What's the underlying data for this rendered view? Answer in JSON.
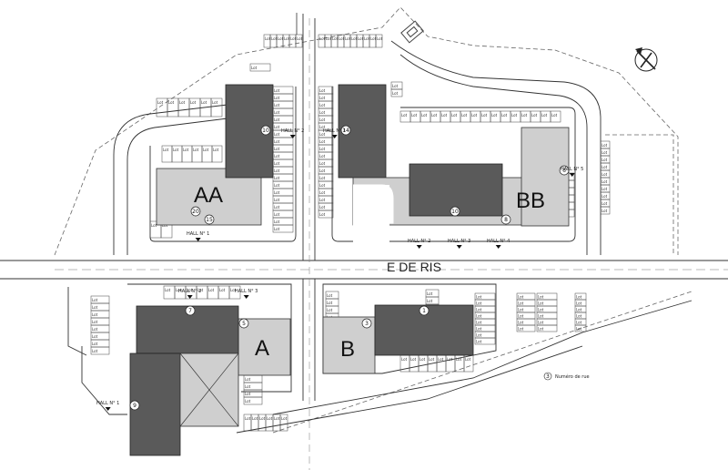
{
  "map": {
    "street_label": "E DE RIS",
    "legend": {
      "label": "Numéro de rue"
    },
    "buildings": [
      {
        "id": "AA",
        "label": "AA"
      },
      {
        "id": "BB",
        "label": "BB"
      },
      {
        "id": "A",
        "label": "A"
      },
      {
        "id": "B",
        "label": "B"
      }
    ],
    "street_numbers": [
      "10",
      "14",
      "20",
      "15",
      "6",
      "8",
      "10",
      "7",
      "5",
      "3",
      "1",
      "9"
    ],
    "halls": [
      "HALL N° 2",
      "HALL N° 1",
      "HALL N° 1",
      "HALL N° 2",
      "HALL N° 3",
      "HALL N° 4",
      "HALL N° 5",
      "HALL N° 2",
      "HALL N° 3",
      "HALL N° 1"
    ],
    "lot_prefix": "Lot",
    "colors": {
      "dark": "#5a5a5a",
      "light": "#cfcfcf",
      "line": "#444444"
    }
  }
}
